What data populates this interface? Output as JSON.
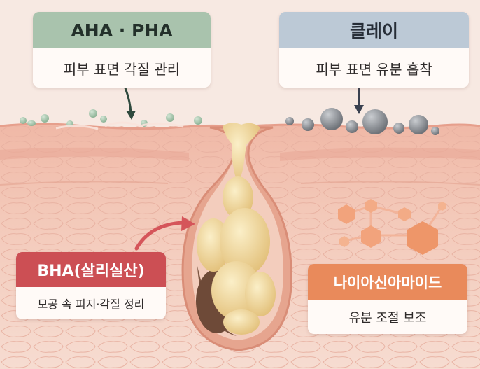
{
  "labels": {
    "aha": {
      "title": "AHA · PHA",
      "desc": "피부 표면 각질 관리"
    },
    "clay": {
      "title": "클레이",
      "desc": "피부 표면 유분 흡착"
    },
    "bha": {
      "title": "BHA(살리실산)",
      "desc": "모공 속 피지·각질 정리"
    },
    "niacinamide": {
      "title": "나이아신아마이드",
      "desc": "유분 조절 보조"
    }
  },
  "colors": {
    "aha_header": "#a9c3ad",
    "clay_header": "#bcc9d6",
    "bha_header": "#cc4f54",
    "niacinamide_header": "#e98a5b",
    "skin_surface": "#f2c2b2",
    "sebum": "#ecd39a",
    "clay_particle": "#8e9197"
  },
  "icons": {
    "aha_arrow": "arrow-down-curved-icon",
    "clay_arrow": "arrow-down-icon",
    "bha_arrow": "arrow-curved-right-icon",
    "molecule": "hexagon-molecule-icon"
  }
}
